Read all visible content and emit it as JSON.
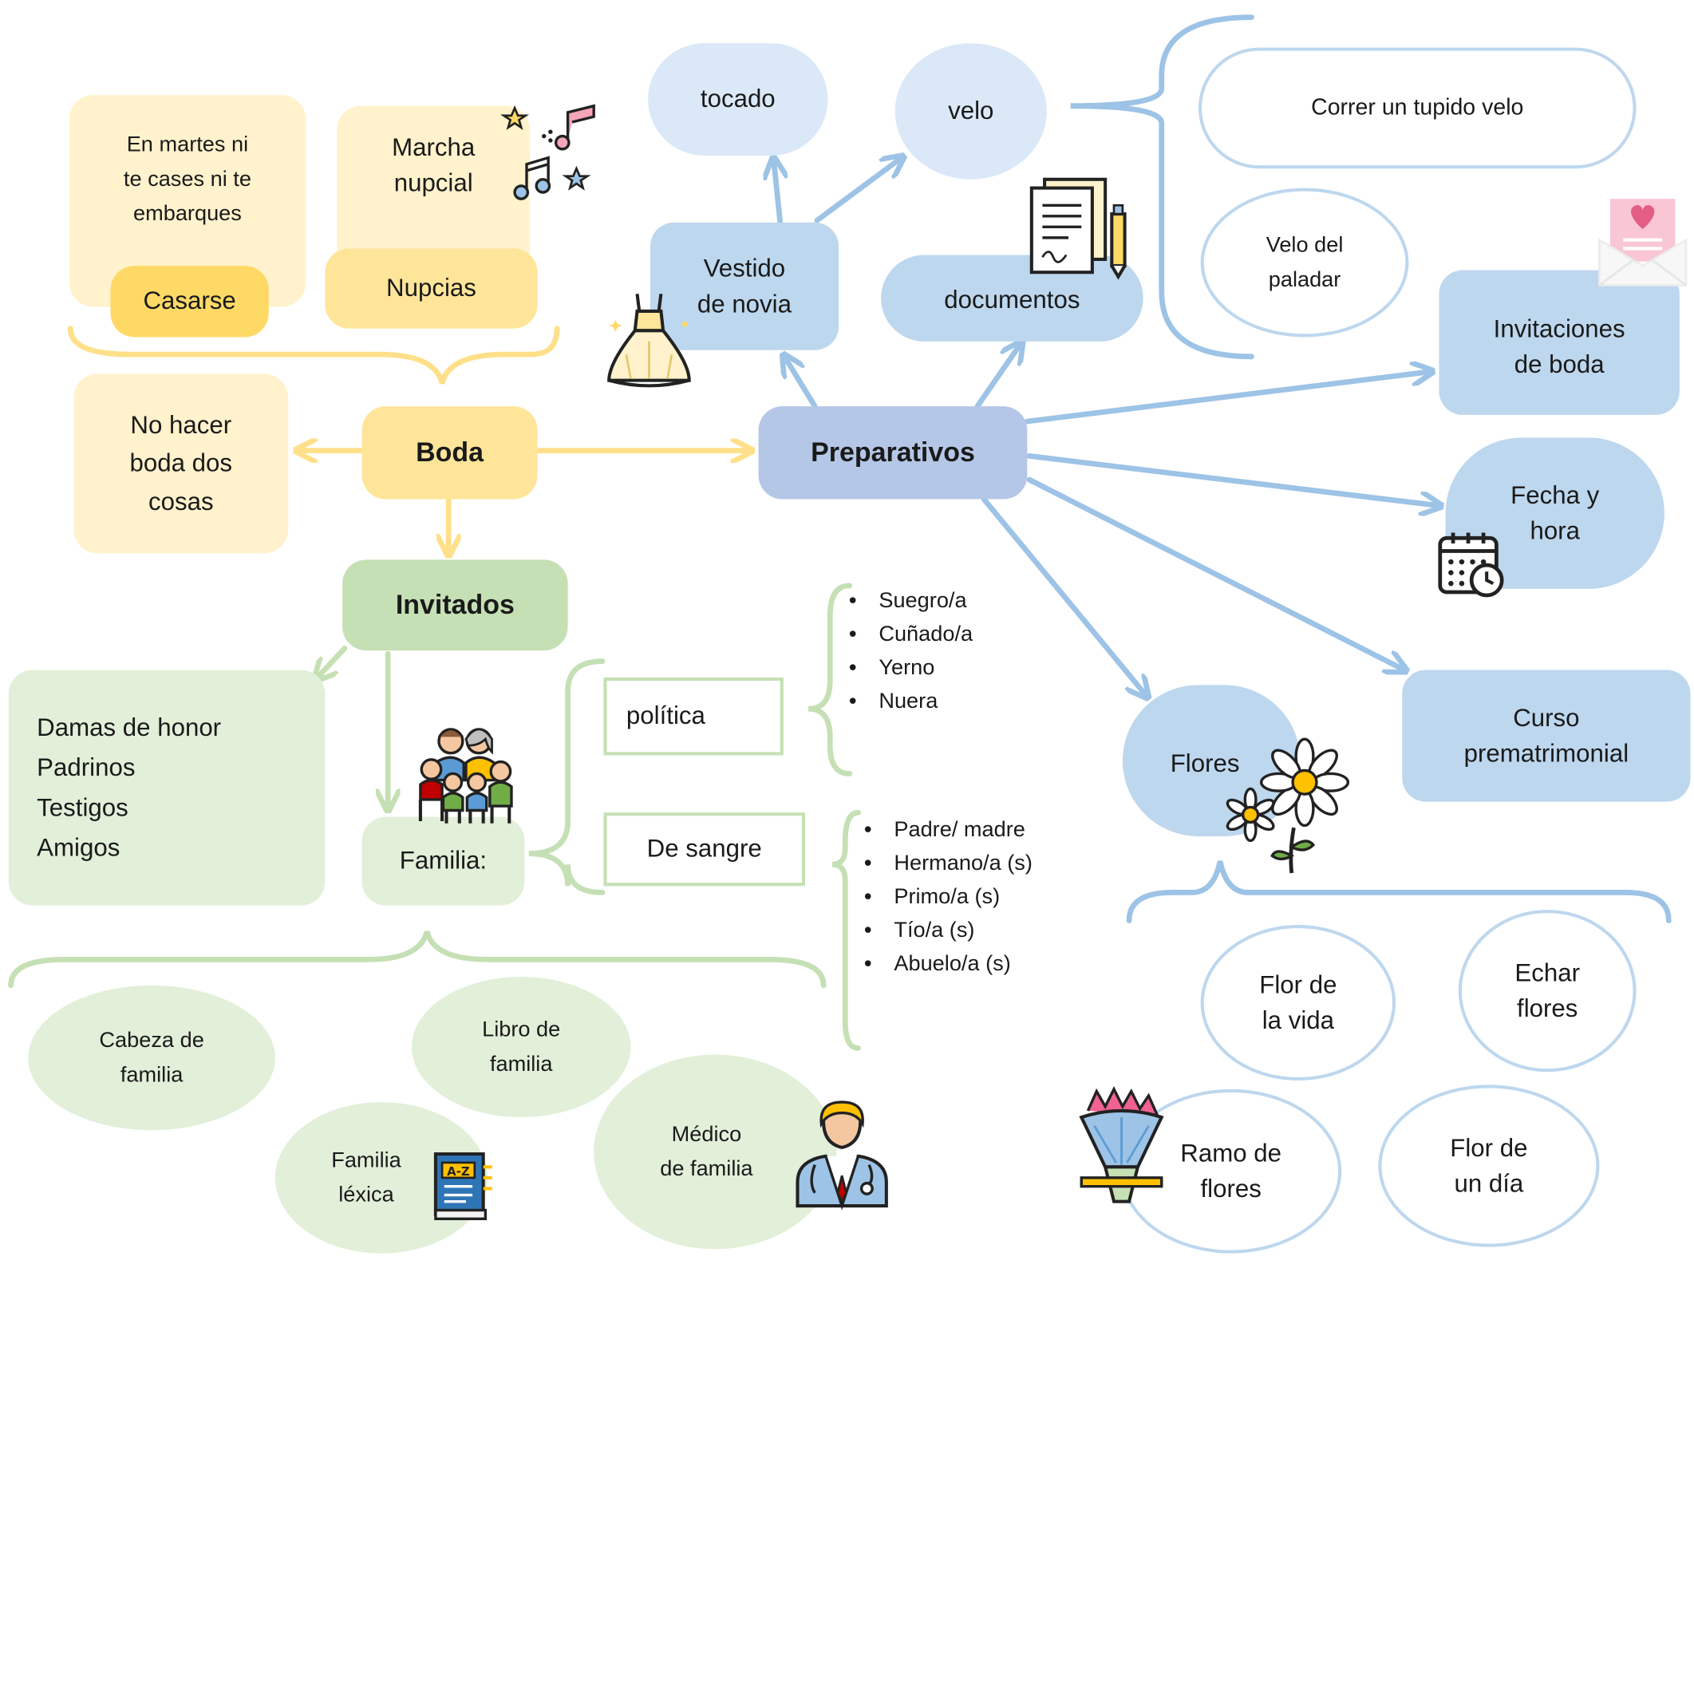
{
  "nodes": {
    "boda": "Boda",
    "preparativos": "Preparativos",
    "invitados": "Invitados",
    "familia": "Familia:",
    "casarse": "Casarse",
    "nupcias": "Nupcias",
    "no_hacer": [
      "No hacer",
      "boda dos",
      "cosas"
    ],
    "en_martes": [
      "En martes ni",
      "te cases ni te",
      "embarques"
    ],
    "marcha": [
      "Marcha",
      "nupcial"
    ],
    "tocado": "tocado",
    "velo": "velo",
    "vestido": [
      "Vestido",
      "de novia"
    ],
    "documentos": "documentos",
    "correr_velo": "Correr un tupido velo",
    "velo_paladar": [
      "Velo del",
      "paladar"
    ],
    "invitaciones": [
      "Invitaciones",
      "de boda"
    ],
    "fecha_hora": [
      "Fecha y",
      "hora"
    ],
    "curso": [
      "Curso",
      "prematrimonial"
    ],
    "flores": "Flores",
    "flor_vida": [
      "Flor de",
      "la vida"
    ],
    "echar_flores": [
      "Echar",
      "flores"
    ],
    "ramo": [
      "Ramo de",
      "flores"
    ],
    "flor_dia": [
      "Flor de",
      "un día"
    ],
    "politica": "política",
    "sangre": "De sangre",
    "cabeza": [
      "Cabeza de",
      "familia"
    ],
    "libro": [
      "Libro de",
      "familia"
    ],
    "lexica": [
      "Familia",
      "léxica"
    ],
    "medico": [
      "Médico",
      "de familia"
    ]
  },
  "lists": {
    "invitados": [
      "Damas de honor",
      "Padrinos",
      "Testigos",
      "Amigos"
    ],
    "politica": [
      "Suegro/a",
      "Cuñado/a",
      "Yerno",
      "Nuera"
    ],
    "sangre": [
      "Padre/ madre",
      "Hermano/a (s)",
      "Primo/a (s)",
      "Tío/a (s)",
      "Abuelo/a (s)"
    ]
  },
  "icons": {
    "music": "music-notes-icon",
    "dress": "wedding-dress-icon",
    "documents": "documents-pen-icon",
    "invitation": "heart-envelope-icon",
    "calendar": "calendar-clock-icon",
    "daisy": "daisy-flower-icon",
    "bouquet": "flower-bouquet-icon",
    "family": "family-group-icon",
    "dictionary": "a-z-book-icon",
    "doctor": "doctor-icon"
  },
  "colors": {
    "yellow_arrow": "#ffe08a",
    "blue_arrow": "#9dc3e6",
    "green_arrow": "#c5e0b4"
  }
}
